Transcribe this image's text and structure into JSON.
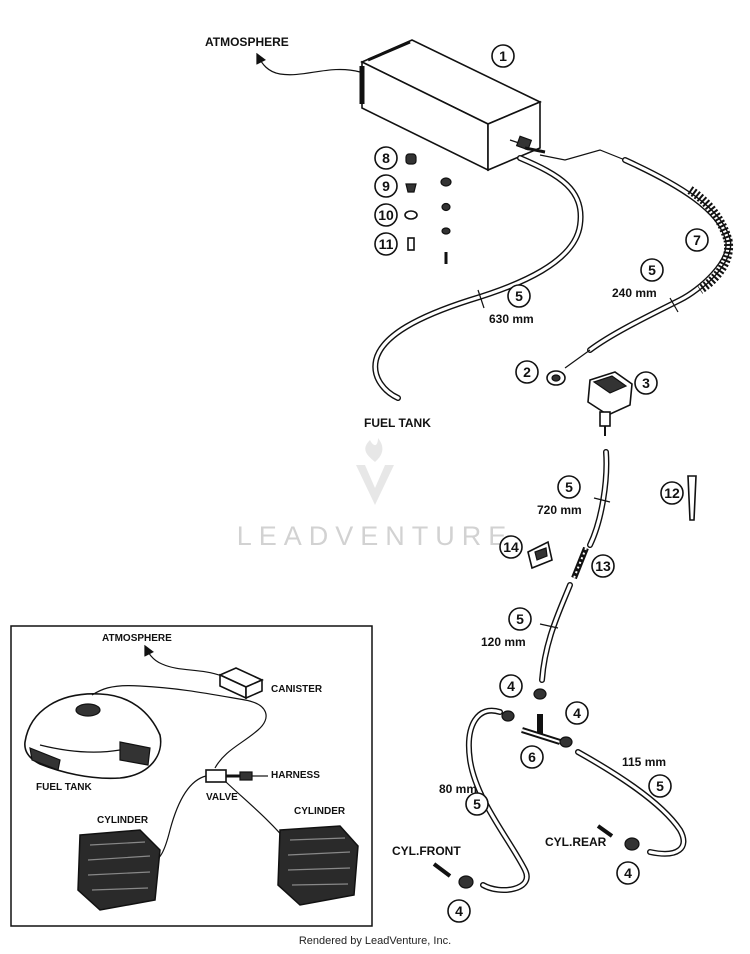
{
  "labels": {
    "atmosphere": "ATMOSPHERE",
    "fuel_tank": "FUEL TANK",
    "cyl_front": "CYL.FRONT",
    "cyl_rear": "CYL.REAR"
  },
  "lengths": {
    "hose_630": "630 mm",
    "hose_240": "240 mm",
    "hose_720": "720 mm",
    "hose_120": "120 mm",
    "hose_80": "80 mm",
    "hose_115": "115 mm"
  },
  "callouts": {
    "canister": "1",
    "clamp": "2",
    "valve": "3",
    "clip": "4",
    "hose": "5",
    "tee": "6",
    "spring": "7",
    "grommet": "8",
    "nut": "9",
    "washer": "10",
    "screw": "11",
    "strap": "12",
    "connector": "13",
    "bracket": "14"
  },
  "inset": {
    "atmosphere": "ATMOSPHERE",
    "canister": "CANISTER",
    "fuel_tank": "FUEL TANK",
    "valve": "VALVE",
    "harness": "HARNESS",
    "cylinder_left": "CYLINDER",
    "cylinder_right": "CYLINDER"
  },
  "watermark": "LEADVENTURE",
  "footer": "Rendered by LeadVenture, Inc."
}
